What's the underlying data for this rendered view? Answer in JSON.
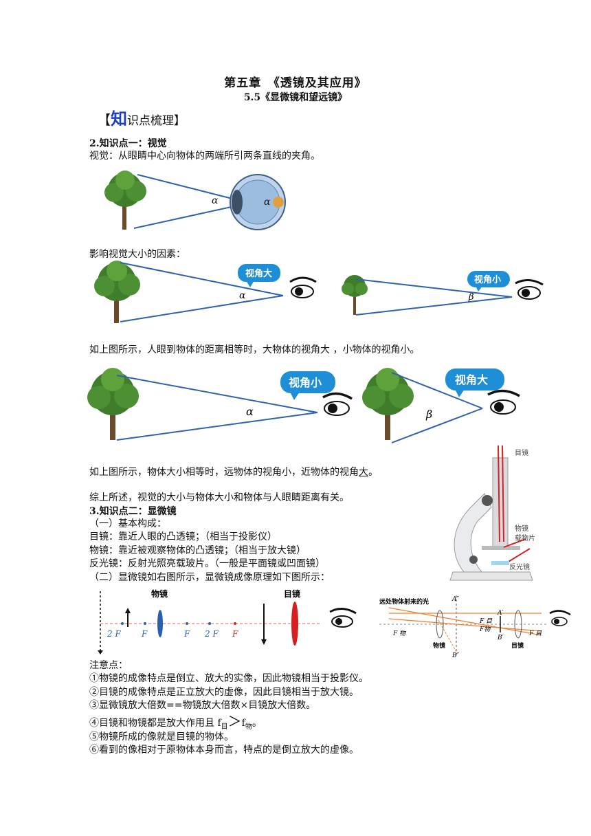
{
  "header": {
    "chapter": "第五章　《透镜及其应用》",
    "lesson": "5.5《显微镜和望远镜》",
    "section_big": "知",
    "section_rest": "识点梳理】",
    "section_open": "【"
  },
  "kp1": {
    "heading": "2.知识点一：视觉",
    "definition": "视觉：从眼睛中心向物体的两端所引两条直线的夹角。",
    "factors": "影响视觉大小的因素：",
    "note1": "如上图所示，人眼到物体的距离相等时，大物体的视角大 ，小物体的视角小。",
    "note2_prefix": "如上图所示，物体大小相等时，远物体的视角小，近物体的视角",
    "note2_underlined": "大",
    "note2_suffix": "。",
    "summary": "综上所述，视觉的大小与物体大小和物体与人眼睛距离有关。"
  },
  "figures": {
    "alpha": "α",
    "beta": "β",
    "bubble_big": "视角大",
    "bubble_small": "视角小",
    "microscope_eyepiece": "目镜",
    "microscope_objective": "物镜",
    "microscope_stage": "载物片",
    "microscope_mirror": "反光镜",
    "diag_objective": "物镜",
    "diag_eyepiece": "目镜",
    "diag_2F_1": "2 F",
    "diag_F_1": "F",
    "diag_F_2": "F",
    "diag_2F_2": "2 F",
    "diag_F_3": "F",
    "ray_title": "远处物体射来的光",
    "ray_A2": "A″",
    "ray_A1": "A′",
    "ray_B1": "B′",
    "ray_B2": "B″",
    "ray_Feye": "F 目",
    "ray_Fobj": "F物",
    "ray_Fobj2": "F 物",
    "ray_Feye2": "F 目",
    "ray_lbl_obj": "物镜",
    "ray_lbl_eye": "目镜"
  },
  "kp2": {
    "heading": "3.知识点二：显微镜",
    "sub1": "（一）基本构成：",
    "eyepiece": "目镜：靠近人眼的凸透镜；（相当于投影仪）",
    "objective": "物镜：靠近被观察物体的凸透镜；（相当于放大镜）",
    "mirror": "反光镜：反射光照亮载玻片。（一般是平面镜或凹面镜）",
    "sub2": "（二）显微镜如右图所示，显微镜成像原理如下图所示：",
    "notes_title": "注意点：",
    "n1": "①物镜的成像特点是倒立、放大的实像，因此物镜相当于投影仪。",
    "n2": "②目镜的成像特点是正立放大的虚像，因此目镜相当于放大镜。",
    "n3": "③显微镜放大倍数==物镜放大倍数×目镜放大倍数。",
    "n4_a": "④目镜和物镜都是放大作用且 f",
    "n4_sub1": "目",
    "n4_gt": "＞",
    "n4_f": "f",
    "n4_sub2": "物",
    "n4_end": "。",
    "n5": "⑤物镜所成的像就是目镜的物体。",
    "n6": "⑥看到的像相对于原物体本身而言，特点的是倒立放大的虚像。"
  }
}
